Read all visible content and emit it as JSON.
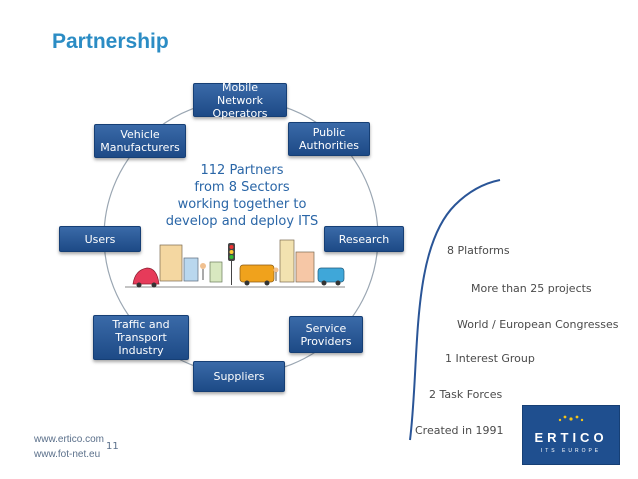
{
  "slide": {
    "title": "Partnership",
    "center_text": "112 Partners\nfrom 8 Sectors\nworking together to\ndevelop and deploy ITS",
    "sectors": [
      {
        "id": "mobile-network-operators",
        "label": "Mobile Network\nOperators"
      },
      {
        "id": "public-authorities",
        "label": "Public\nAuthorities"
      },
      {
        "id": "research",
        "label": "Research"
      },
      {
        "id": "service-providers",
        "label": "Service\nProviders"
      },
      {
        "id": "suppliers",
        "label": "Suppliers"
      },
      {
        "id": "traffic-transport-industry",
        "label": "Traffic and\nTransport\nIndustry"
      },
      {
        "id": "users",
        "label": "Users"
      },
      {
        "id": "vehicle-manufacturers",
        "label": "Vehicle\nManufacturers"
      }
    ],
    "stats": [
      "8 Platforms",
      "More than 25 projects",
      "World / European Congresses",
      "1 Interest Group",
      "2 Task Forces",
      "Created in 1991"
    ],
    "footer": {
      "url1": "www.ertico.com",
      "url2": "www.fot-net.eu",
      "page_number": "11"
    },
    "logo": {
      "name": "ERTICO",
      "subtitle": "ITS EUROPE"
    }
  }
}
